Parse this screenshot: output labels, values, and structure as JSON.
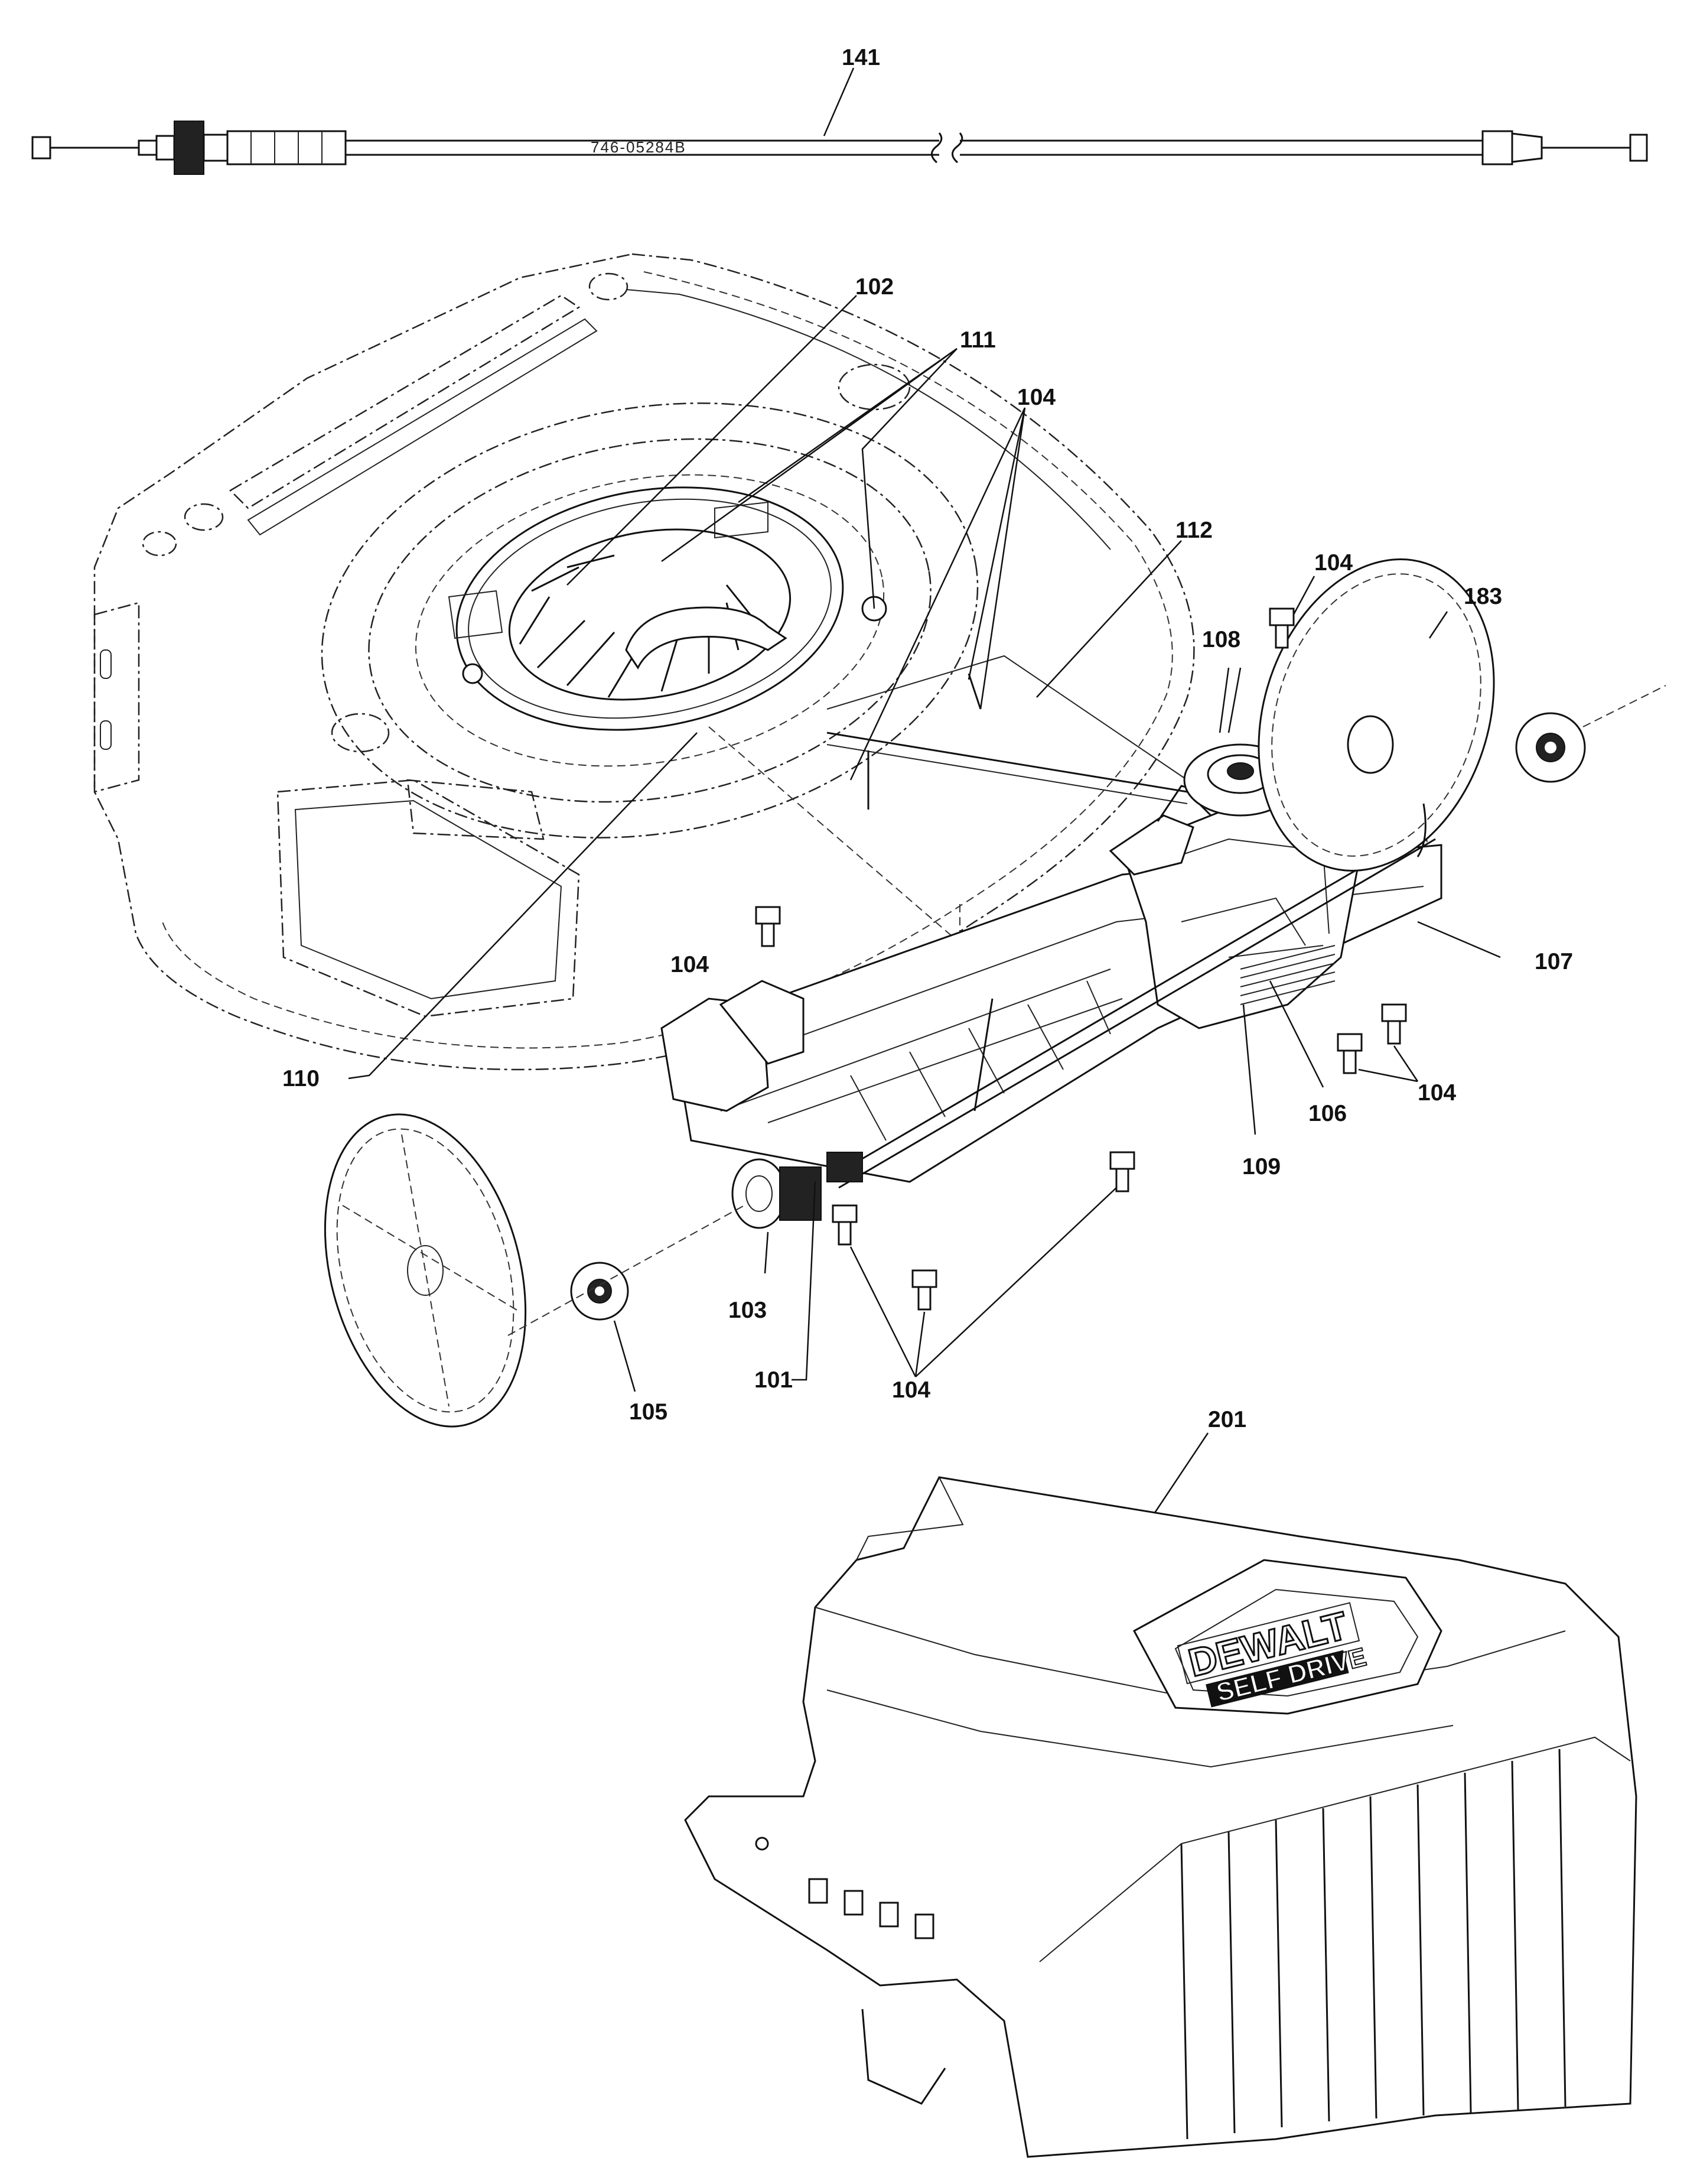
{
  "cable": {
    "part_number": "746-05284B"
  },
  "logo": {
    "brand": "DEWALT",
    "sub": "SELF DRIVE"
  },
  "callouts": {
    "c141": "141",
    "c102": "102",
    "c111": "111",
    "c104a": "104",
    "c112": "112",
    "c104b": "104",
    "c183": "183",
    "c108": "108",
    "c104c": "104",
    "c107": "107",
    "c110": "110",
    "c106": "106",
    "c104d": "104",
    "c109": "109",
    "c103": "103",
    "c101": "101",
    "c104e": "104",
    "c105": "105",
    "c201": "201"
  },
  "icons": {
    "cable": "throttle-cable-icon",
    "deck": "mower-deck-icon",
    "transmission": "transmission-assembly-icon",
    "wheel": "wheel-icon",
    "gear": "pinion-gear-icon",
    "cover": "drive-cover-icon"
  }
}
